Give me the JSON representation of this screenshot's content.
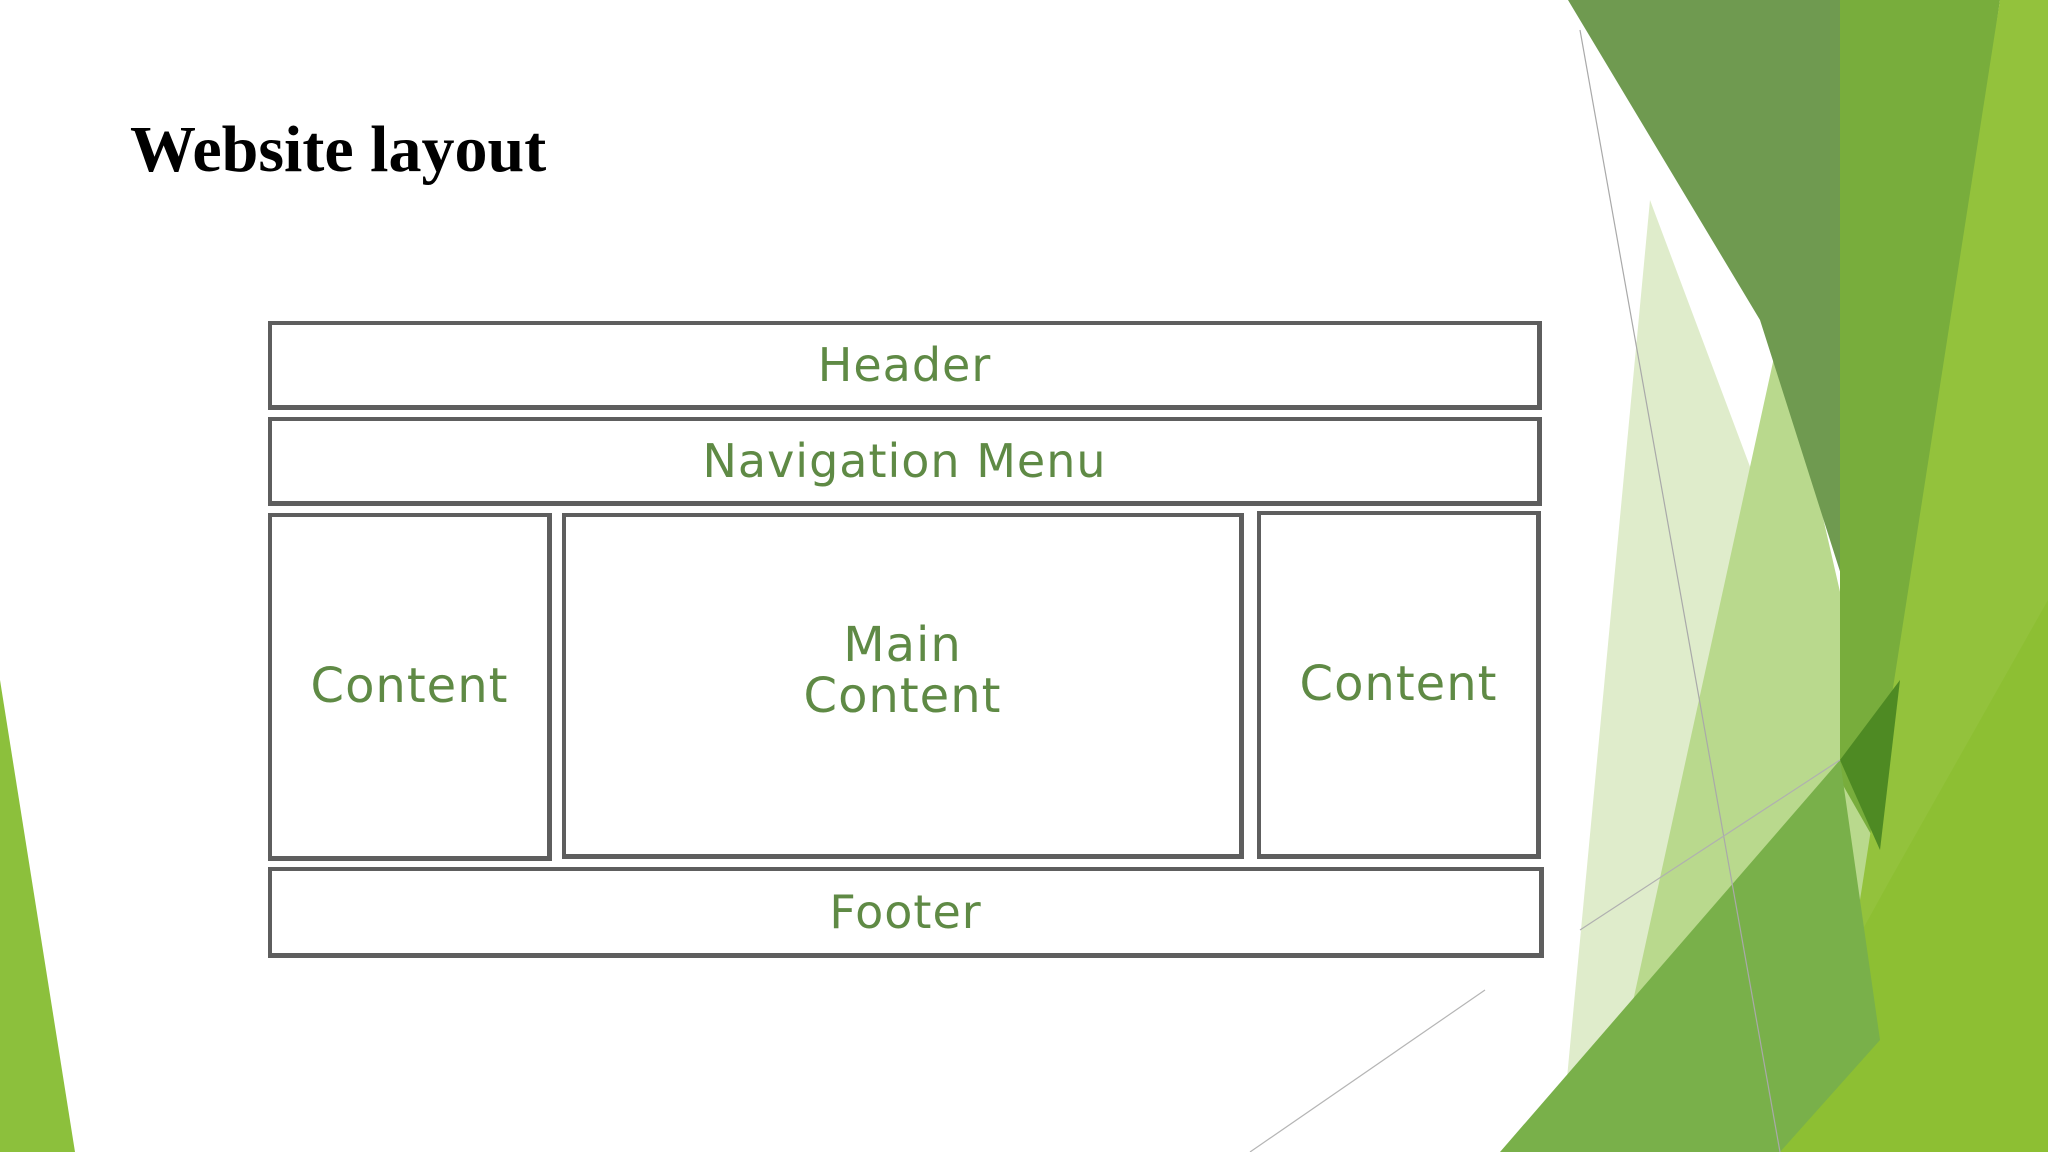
{
  "slide": {
    "title": "Website layout"
  },
  "diagram": {
    "header": "Header",
    "navigation": "Navigation Menu",
    "left_content": "Content",
    "main_content_line1": "Main",
    "main_content_line2": "Content",
    "right_content": "Content",
    "footer": "Footer"
  },
  "colors": {
    "label_green": "#5f8a45",
    "box_border": "#5e5e5e",
    "accent_dark_green": "#6f9a50",
    "accent_lime": "#8cc03c",
    "accent_pale": "#d9e8c0"
  }
}
